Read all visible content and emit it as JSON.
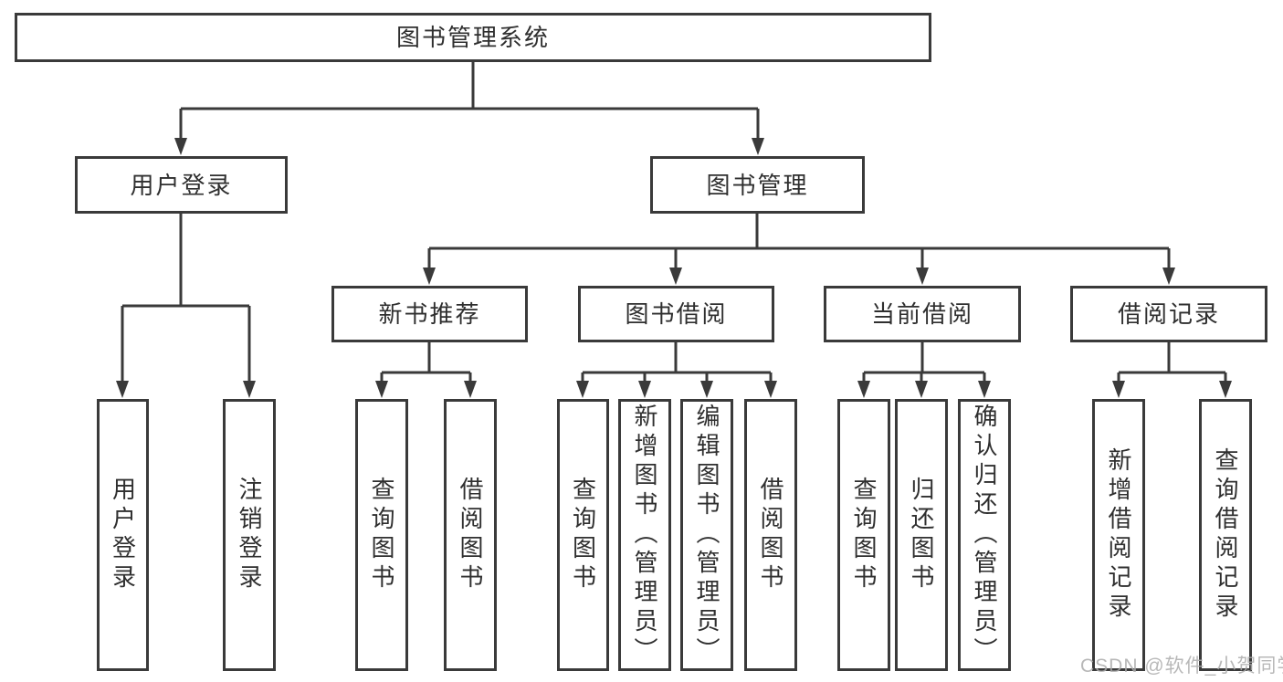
{
  "diagram_title": "图书管理系统",
  "nodes": {
    "root": "图书管理系统",
    "level2": {
      "user_login": "用户登录",
      "book_management": "图书管理"
    },
    "level3": {
      "new_books": "新书推荐",
      "borrowing": "图书借阅",
      "current": "当前借阅",
      "records": "借阅记录"
    },
    "leaves": {
      "user_login": [
        "用户登录",
        "注销登录"
      ],
      "new_books": [
        "查询图书",
        "借阅图书"
      ],
      "borrowing": [
        "查询图书",
        "新增图书（管理员）",
        "编辑图书（管理员）",
        "借阅图书"
      ],
      "current": [
        "查询图书",
        "归还图书",
        "确认归还（管理员）"
      ],
      "records": [
        "新增借阅记录",
        "查询借阅记录"
      ]
    }
  },
  "watermark": "CSDN @软件_小贺同学",
  "colors": {
    "line": "#3a3a3a",
    "text": "#2f2f2f",
    "box_background": "#ffffff",
    "page_background": "#ffffff",
    "watermark": "#acacac"
  }
}
